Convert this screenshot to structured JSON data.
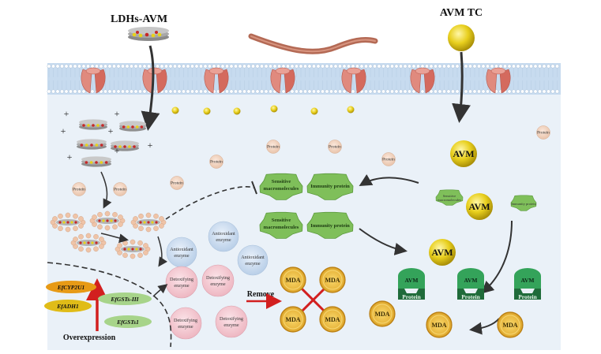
{
  "titles": {
    "ldhs_avm": "LDHs-AVM",
    "avm_tc": "AVM TC"
  },
  "protein_label": "Protein",
  "plus": "+",
  "sensitive_macromolecules": [
    "Sensitive",
    "macromolecules"
  ],
  "immunity_protein": "Immunity protein",
  "antioxidant_enzyme": [
    "Antioxidant",
    "enzyme"
  ],
  "detoxifying_enzyme": [
    "Detoxifying",
    "enzyme"
  ],
  "mda": "MDA",
  "avm": "AVM",
  "remove": "Remove",
  "overexpression": "Overexpression",
  "genes": {
    "cyp": "EfCYP2U1",
    "adh": "EfADH1",
    "gst3": "EfGSTs-III",
    "gst1": "EfGSTs1"
  },
  "receptor": {
    "top": "AVM",
    "bottom": "Protein"
  },
  "colors": {
    "membrane_bg": "#c7dbef",
    "cell_bg": "#eaf1f8",
    "channel": "#d9756a",
    "sphere_yellow": "#e3c21a",
    "green_blob": "#7fbf5a",
    "receptor_green": "#34a35a",
    "receptor_dark": "#1f6b3a",
    "red_arrow": "#d21f1f",
    "enzyme_pink": "#f2c7cf",
    "enzyme_blue": "#c9dbef"
  }
}
